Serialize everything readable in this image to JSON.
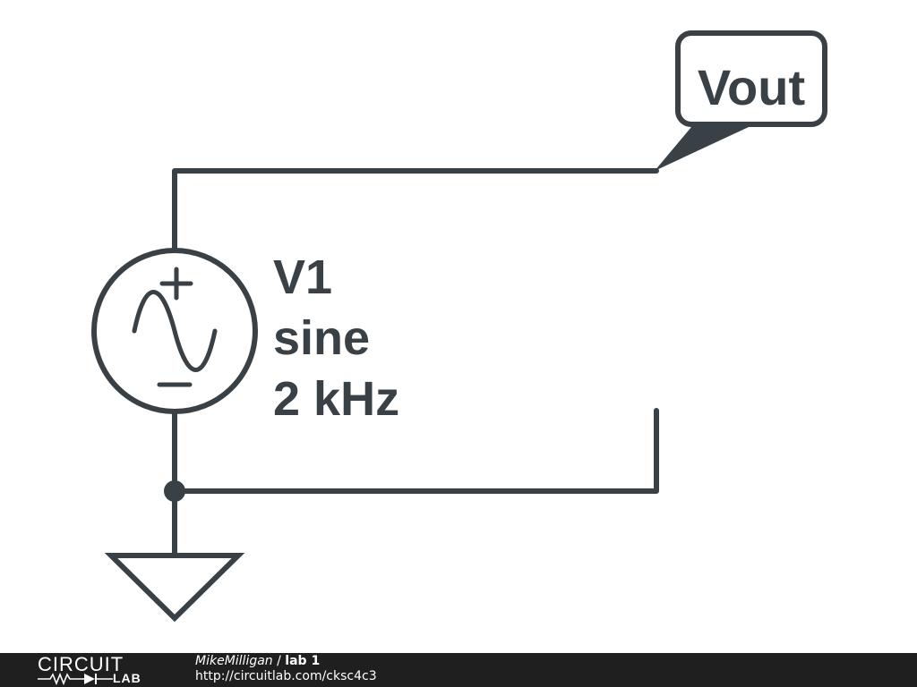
{
  "schematic": {
    "net_label": "Vout",
    "source": {
      "name": "V1",
      "type": "sine",
      "frequency": "2 kHz",
      "polarity_plus": "+",
      "polarity_minus": "−"
    }
  },
  "footer": {
    "logo_top": "CIRCUIT",
    "logo_bottom": "LAB",
    "author": "MikeMilligan",
    "separator": " / ",
    "project": "lab 1",
    "url": "http://circuitlab.com/cksc4c3"
  },
  "colors": {
    "ink": "#3a4146",
    "footer_bg": "#1f1f1f",
    "background": "#ffffff"
  }
}
